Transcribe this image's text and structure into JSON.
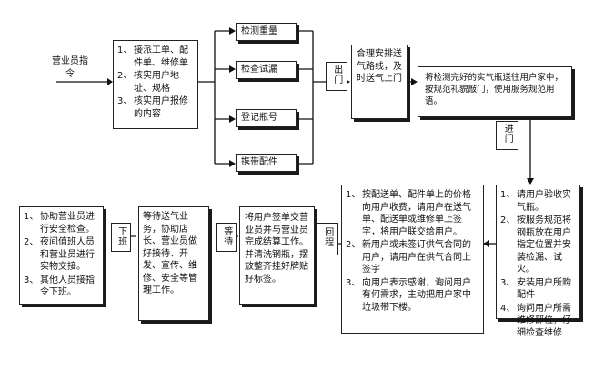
{
  "operator": {
    "label": "营业员指令"
  },
  "tasks": {
    "items": [
      {
        "num": "1、",
        "text": "接派工单、配件单、维修单"
      },
      {
        "num": "2、",
        "text": "核实用户地址、规格"
      },
      {
        "num": "3、",
        "text": "核实用户报修的内容"
      }
    ]
  },
  "checks": {
    "inspect_weight": "检测重量",
    "check_bottle": "检查试漏",
    "register_number": "登记瓶号",
    "carry_parts": "携带配件"
  },
  "connectors": {
    "exit": "出门",
    "enter": "进门",
    "return": "回程",
    "wait": "等待",
    "off_duty": "下班"
  },
  "route": {
    "text": "合理安排送气路线，及时送气上门"
  },
  "deliver": {
    "text": "将检测完好的实气瓶送往用户家中，按规范礼貌敲门，使用服务规范用语。"
  },
  "install": {
    "items": [
      {
        "num": "1、",
        "text": "请用户验收实气瓶。"
      },
      {
        "num": "2、",
        "text": "按服务规范将钢瓶放在用户指定位置并安装检漏、试火。"
      },
      {
        "num": "3、",
        "text": "安装用户所购配件"
      },
      {
        "num": "4、",
        "text": "询问用户所需维修部位，仔细检查维修"
      }
    ]
  },
  "collect": {
    "items": [
      {
        "num": "1、",
        "text": "按配送单、配件单上的价格向用户收费，请用户在送气单、配送单或维修单上签字，将用户联交给用户。"
      },
      {
        "num": "2、",
        "text": "新用户或未签订供气合同的用户，请用户在供气合同上签字"
      },
      {
        "num": "3、",
        "text": "向用户表示感谢，询问用户有何需求，主动把用户家中垃圾带下楼。"
      }
    ]
  },
  "settle": {
    "text": "将用户签单交营业员并与营业员完成结算工作。并清洗钢瓶，摆放整齐挂好牌贴好标签。"
  },
  "standby": {
    "text": "等待送气业务，协助店长、营业员做好接待、开发、宣传、维修、安全等管理工作。"
  },
  "final": {
    "items": [
      {
        "num": "1、",
        "text": "协助营业员进行安全检查。"
      },
      {
        "num": "2、",
        "text": "夜间值班人员和营业员进行实物交接。"
      },
      {
        "num": "3、",
        "text": "其他人员接指令下班。"
      }
    ]
  }
}
